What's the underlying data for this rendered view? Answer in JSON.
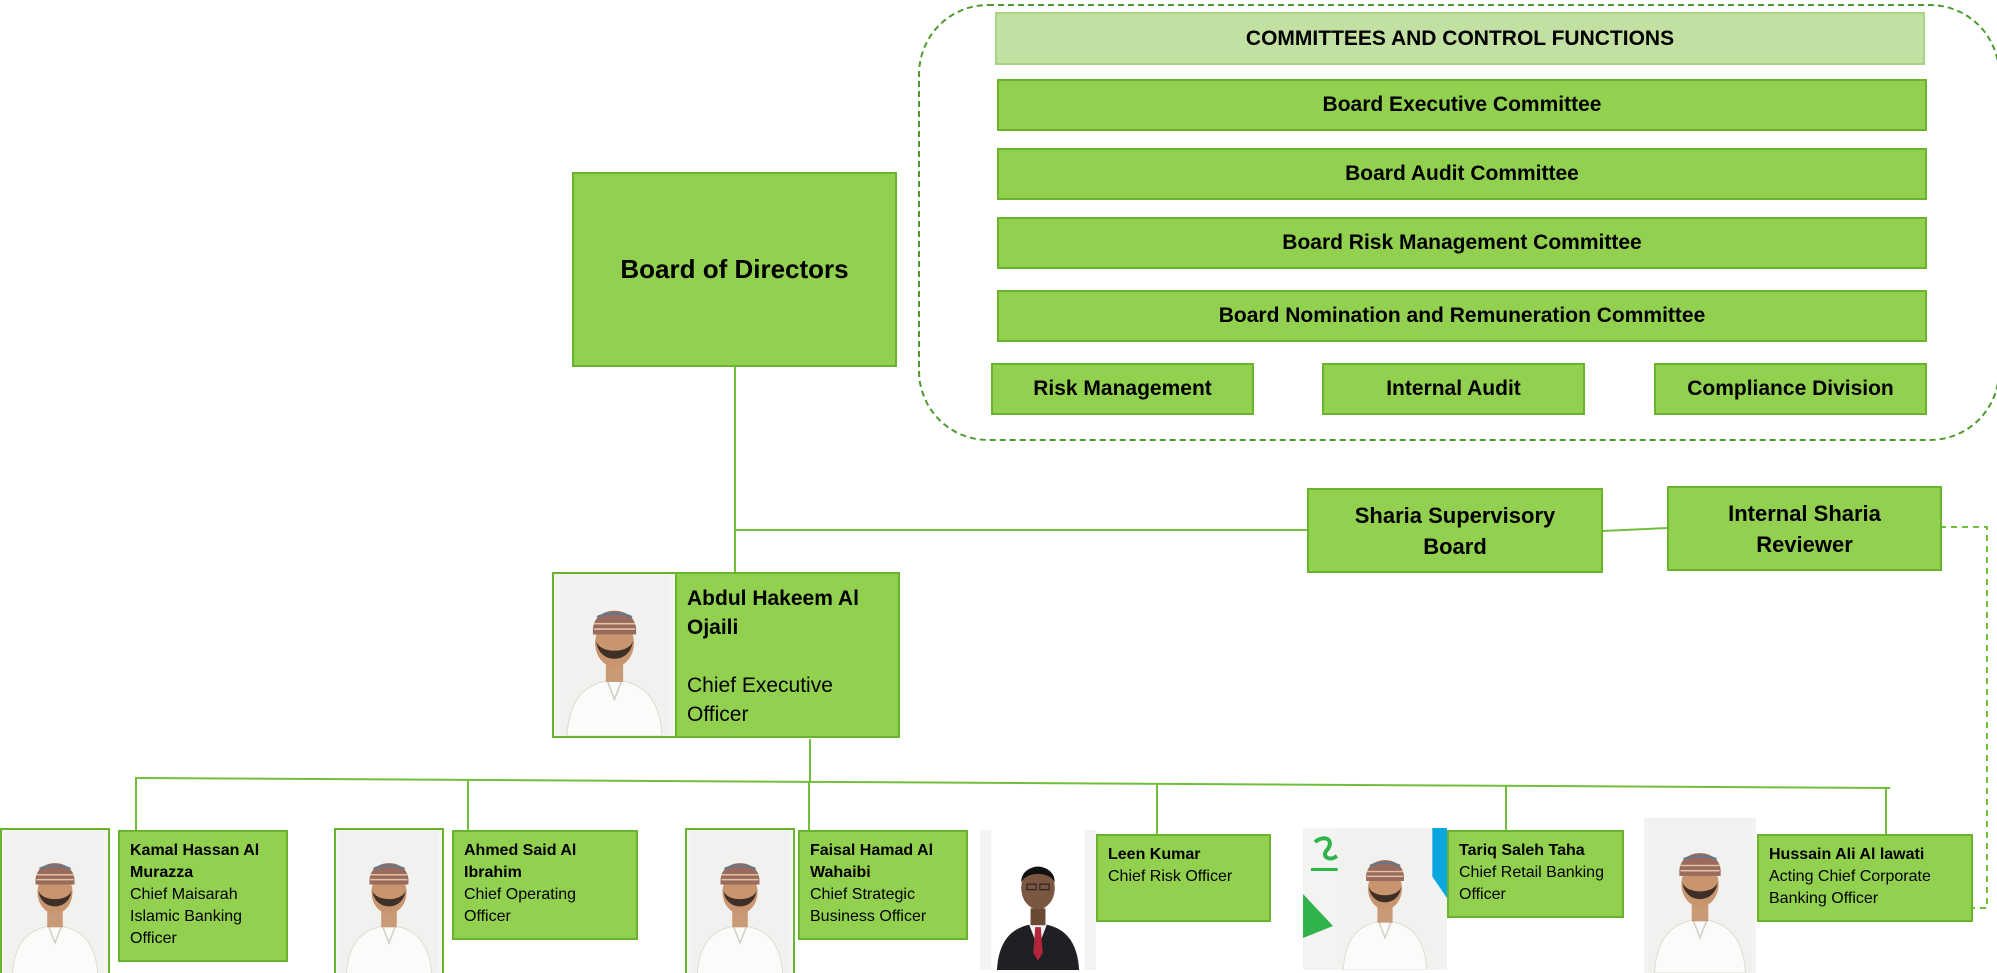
{
  "committees": {
    "header": "COMMITTEES AND CONTROL FUNCTIONS",
    "items": [
      "Board Executive Committee",
      "Board Audit Committee",
      "Board Risk Management Committee",
      "Board Nomination and Remuneration Committee"
    ],
    "control_functions": [
      "Risk Management",
      "Internal Audit",
      "Compliance Division"
    ]
  },
  "board": {
    "label": "Board of Directors"
  },
  "sharia": {
    "supervisory_board": "Sharia Supervisory Board",
    "internal_reviewer": "Internal Sharia Reviewer"
  },
  "ceo": {
    "name": "Abdul Hakeem Al Ojaili",
    "title": "Chief Executive Officer"
  },
  "executives": [
    {
      "name": "Kamal Hassan Al Murazza",
      "title": "Chief Maisarah Islamic Banking Officer"
    },
    {
      "name": "Ahmed Said Al Ibrahim",
      "title": "Chief Operating Officer"
    },
    {
      "name": "Faisal Hamad Al Wahaibi",
      "title": "Chief Strategic Business Officer"
    },
    {
      "name": "Leen Kumar",
      "title": "Chief Risk Officer"
    },
    {
      "name": "Tariq Saleh Taha",
      "title": "Chief Retail Banking Officer"
    },
    {
      "name": "Hussain Ali Al lawati",
      "title": "Acting Chief Corporate Banking Officer"
    }
  ],
  "colors": {
    "box_fill": "#92d050",
    "box_border": "#6ab42d",
    "header_fill": "#c2e0a1",
    "connector": "#6fbf3a",
    "dashed_frame": "#4f9a2e"
  },
  "icons": {
    "portrait": "person-portrait-icon",
    "logo": "bank-logo-icon"
  }
}
